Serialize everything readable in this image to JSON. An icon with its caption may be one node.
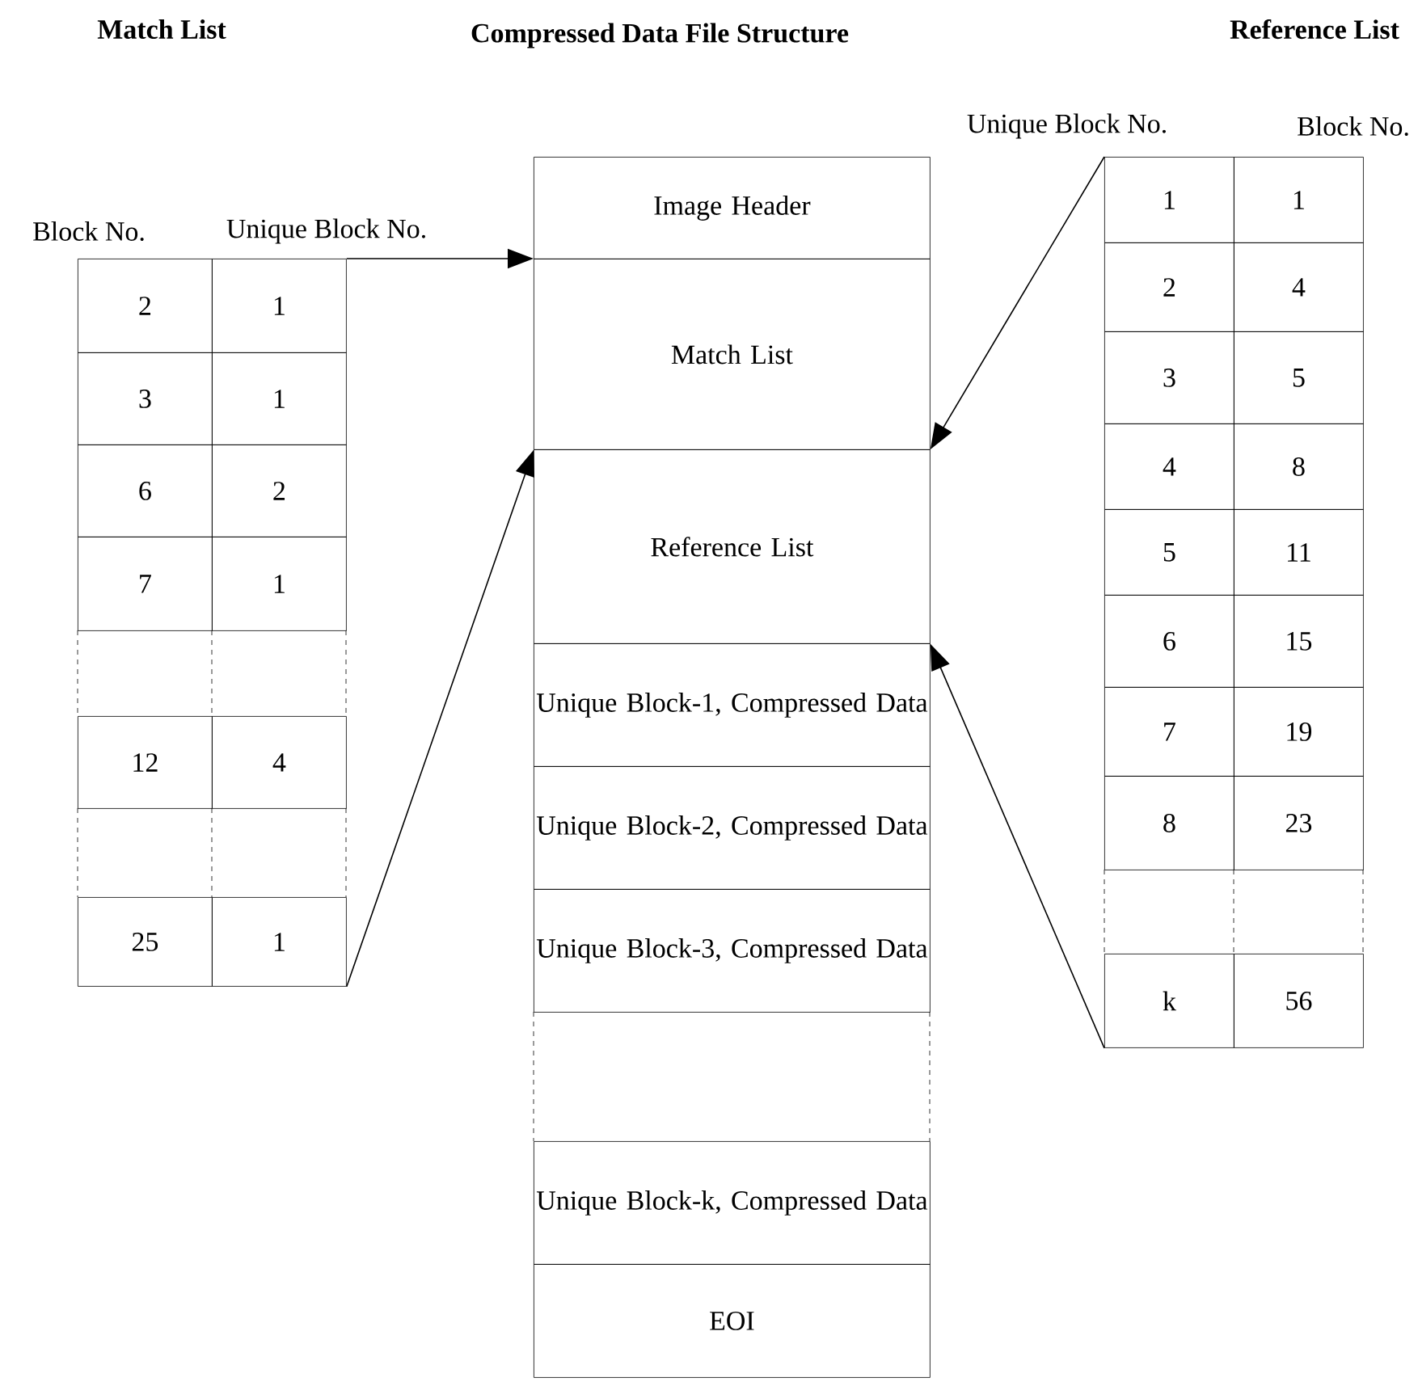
{
  "diagram": {
    "title": "Compressed Data File Structure",
    "nodes": [
      {
        "text": [
          "Match List",
          "Block No.",
          "Unique Block No.",
          "2",
          "1",
          "3",
          "1",
          "6",
          "2",
          "7",
          "1",
          "12",
          "4",
          "25",
          "1"
        ]
      },
      {
        "text": [
          "Image Header"
        ]
      },
      {
        "text": [
          "Match List"
        ]
      },
      {
        "text": [
          "Reference List"
        ]
      },
      {
        "text": [
          "Unique Block-1, Compressed Data"
        ]
      },
      {
        "text": [
          "Unique Block-2, Compressed Data"
        ]
      },
      {
        "text": [
          "Unique Block-3, Compressed Data"
        ]
      },
      {
        "text": [
          "Unique Block-k, Compressed Data"
        ]
      },
      {
        "text": [
          "EOI"
        ]
      },
      {
        "text": [
          "Reference List",
          "Unique Block No.",
          "Block No.",
          "1",
          "1",
          "2",
          "4",
          "3",
          "5",
          "4",
          "8",
          "5",
          "11",
          "6",
          "15",
          "7",
          "19",
          "8",
          "23",
          "k",
          "56"
        ]
      }
    ],
    "edges": [
      {
        "from": 0,
        "to": 2,
        "arrow": "to"
      },
      {
        "from": 0,
        "to": 2,
        "arrow": "to"
      },
      {
        "from": 9,
        "to": 3,
        "arrow": "to"
      },
      {
        "from": 9,
        "to": 3,
        "arrow": "to"
      }
    ]
  }
}
